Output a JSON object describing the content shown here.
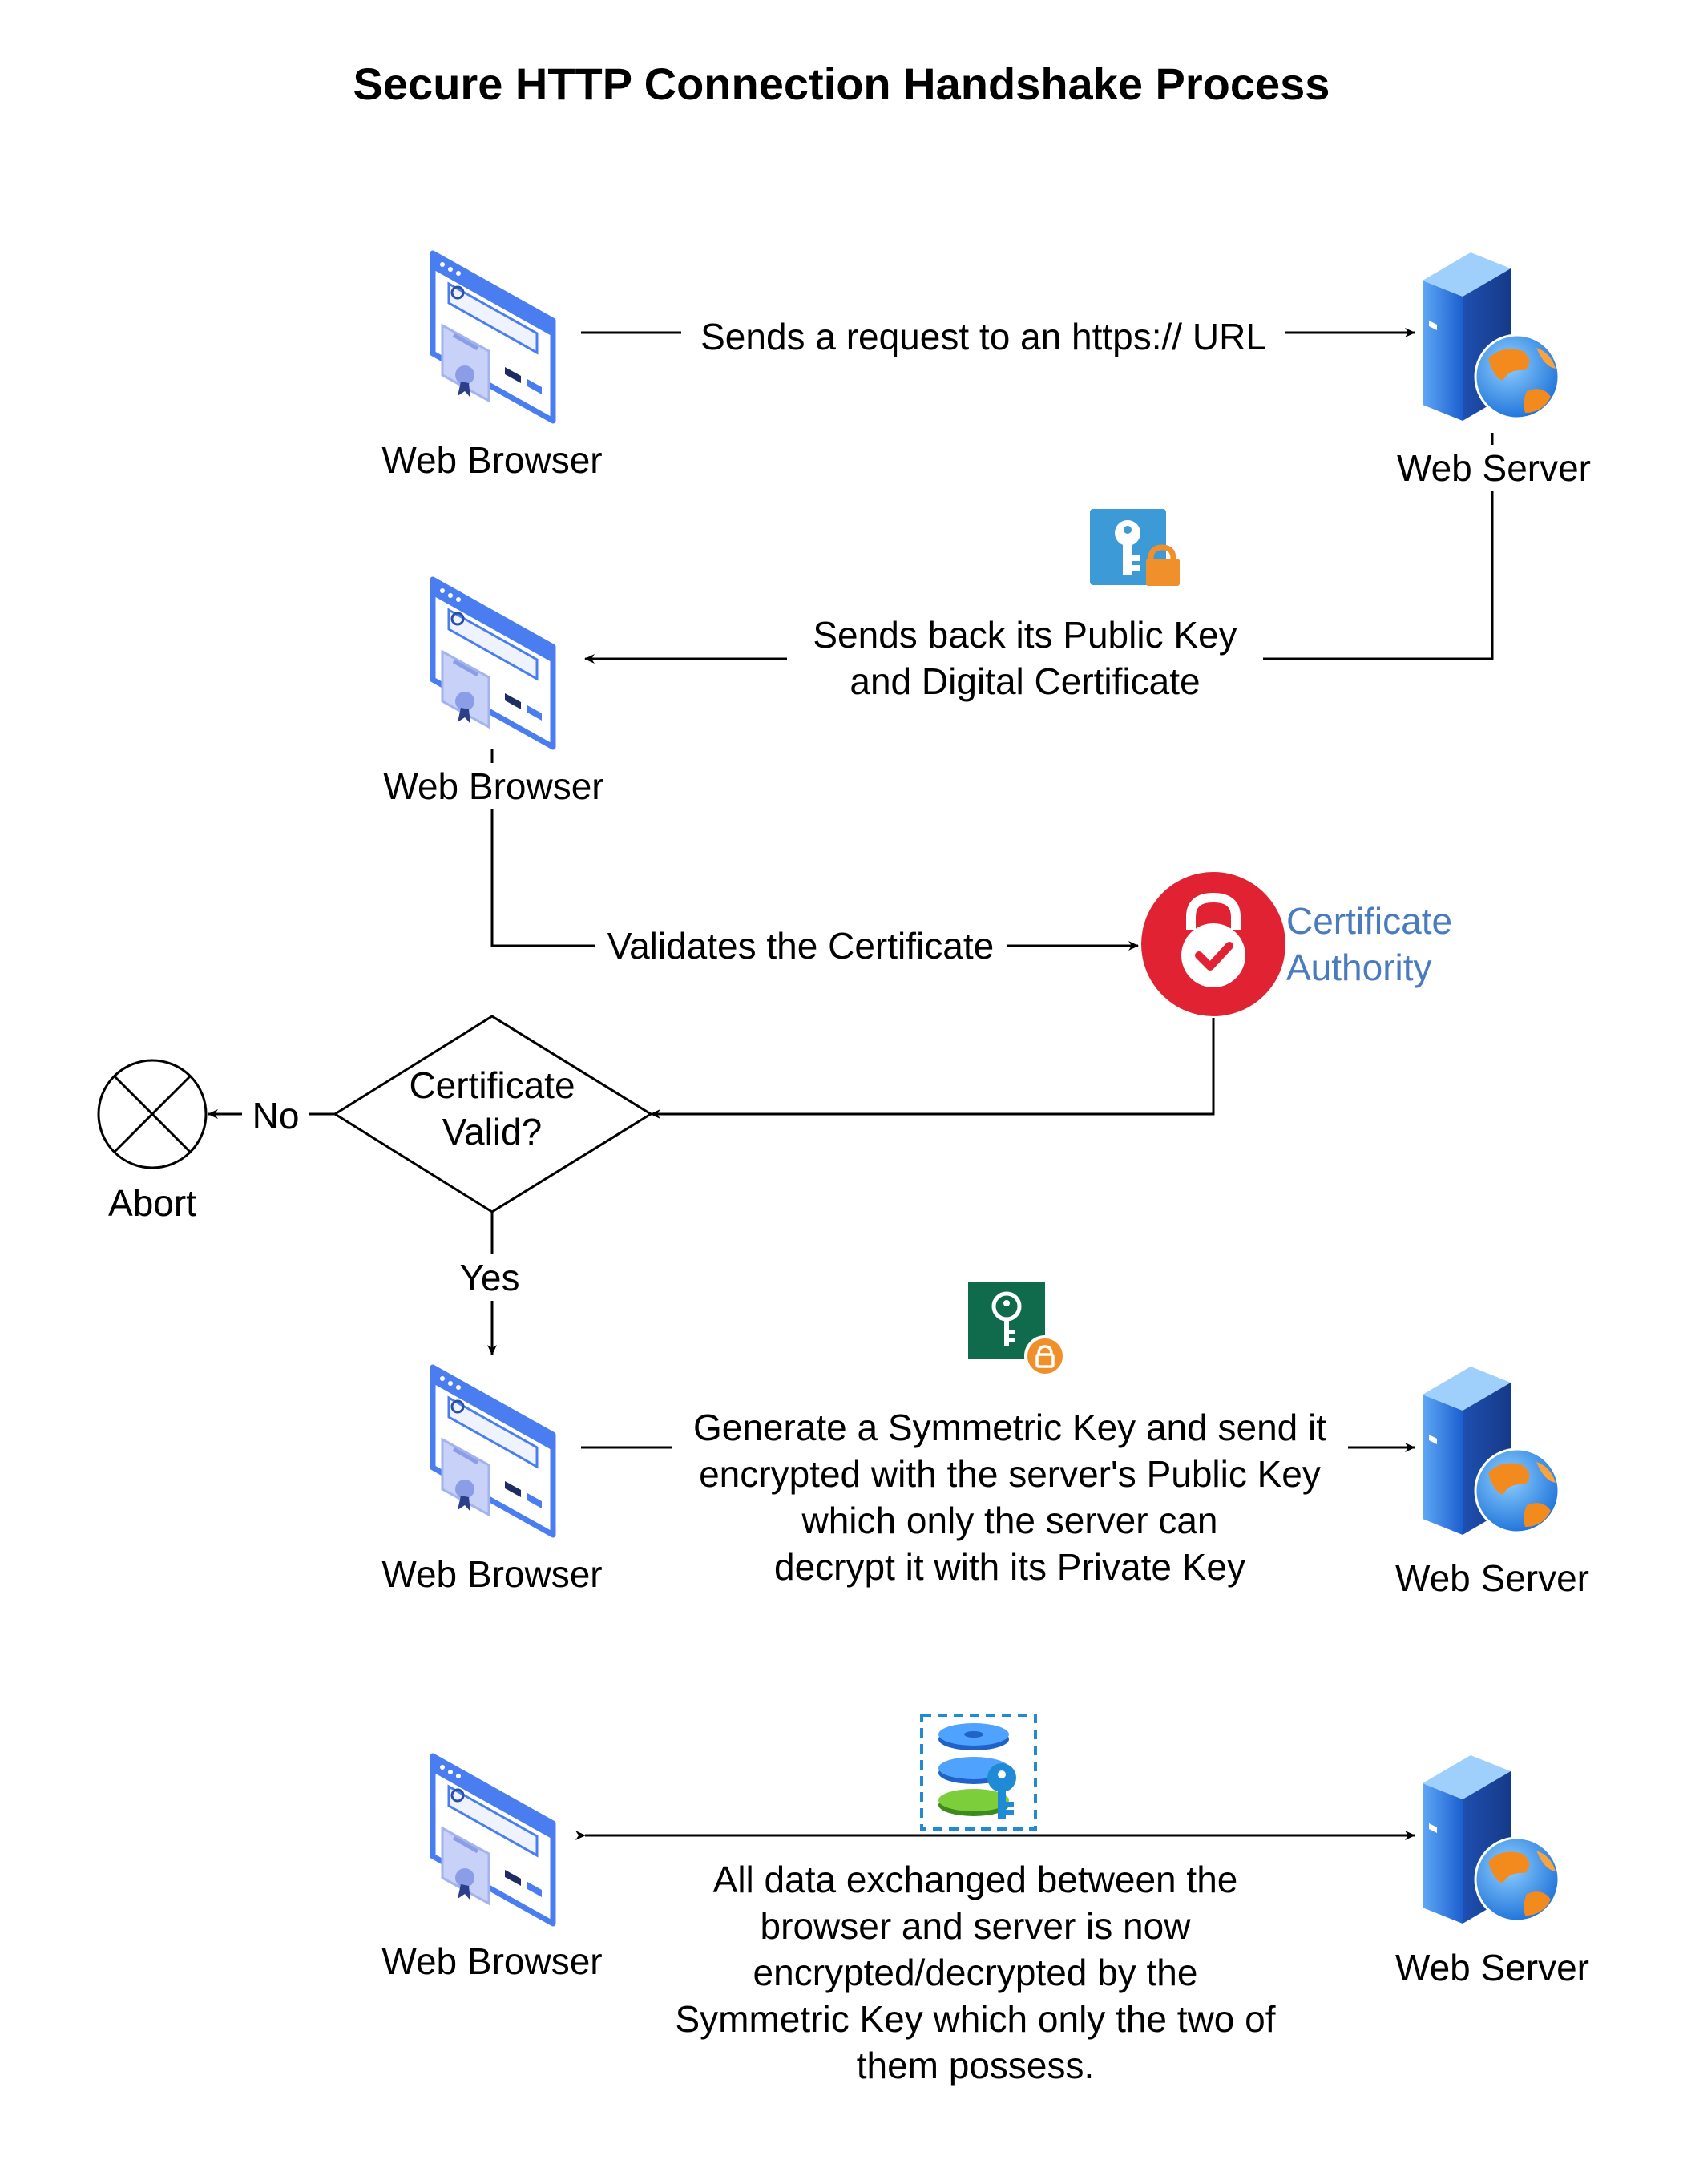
{
  "title": "Secure HTTP Connection Handshake Process",
  "nodes": {
    "browser_1": "Web Browser",
    "server_1": "Web Server",
    "browser_2": "Web Browser",
    "certificate_authority": "Certificate\nAuthority",
    "decision": "Certificate\nValid?",
    "abort": "Abort",
    "browser_3": "Web Browser",
    "server_3": "Web Server",
    "browser_4": "Web Browser",
    "server_4": "Web Server"
  },
  "edges": {
    "request": "Sends a request to an https:// URL",
    "public_key": "Sends back its Public Key\nand Digital Certificate",
    "validate": "Validates the Certificate",
    "no": "No",
    "yes": "Yes",
    "symmetric": "Generate a Symmetric Key and send it\nencrypted with the server's Public Key\nwhich only the server can\ndecrypt it with its Private Key",
    "exchange": "All data exchanged between the\nbrowser and server is now\nencrypted/decrypted by the\nSymmetric Key which only the two of\nthem possess."
  },
  "colors": {
    "certificate_authority_label": "#4a7bbd",
    "certificate_authority_icon": "#e02232",
    "browser_icon": "#4a7ef0",
    "key_icon_blue": "#3c9ad6",
    "key_icon_green": "#0f6b4c",
    "lock_orange": "#f0902a"
  },
  "icons": {
    "browser": "browser-certificate-icon",
    "server": "web-server-globe-icon",
    "public_key": "key-lock-icon",
    "private_key": "private-key-lock-icon",
    "symmetric_key": "symmetric-key-database-icon",
    "certificate_authority": "padlock-check-icon",
    "abort": "x-circle-icon"
  }
}
